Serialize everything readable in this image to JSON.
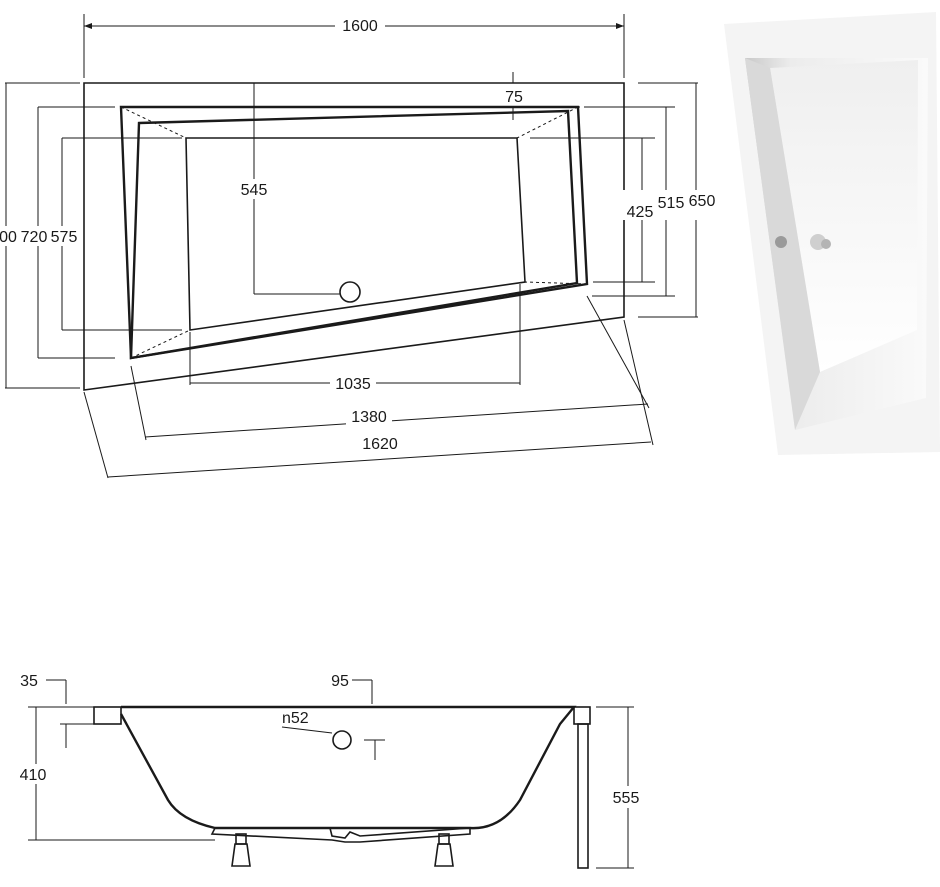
{
  "top_view": {
    "width_overall": "1600",
    "height_overall_partial": "00",
    "dims_left": [
      "720",
      "575"
    ],
    "dim_inner_depth": "545",
    "dim_rim_offset": "75",
    "dims_right": [
      "425",
      "515",
      "650"
    ],
    "dim_bottom_inner": "1035",
    "dim_bottom_mid": "1380",
    "dim_bottom_outer": "1620"
  },
  "side_view": {
    "dim_rim_left": "35",
    "dim_rim_right": "95",
    "drain_label": "n52",
    "dim_drain_height": "410",
    "dim_total_height": "555"
  },
  "photo": {
    "icon": "bathtub-photo-icon"
  }
}
